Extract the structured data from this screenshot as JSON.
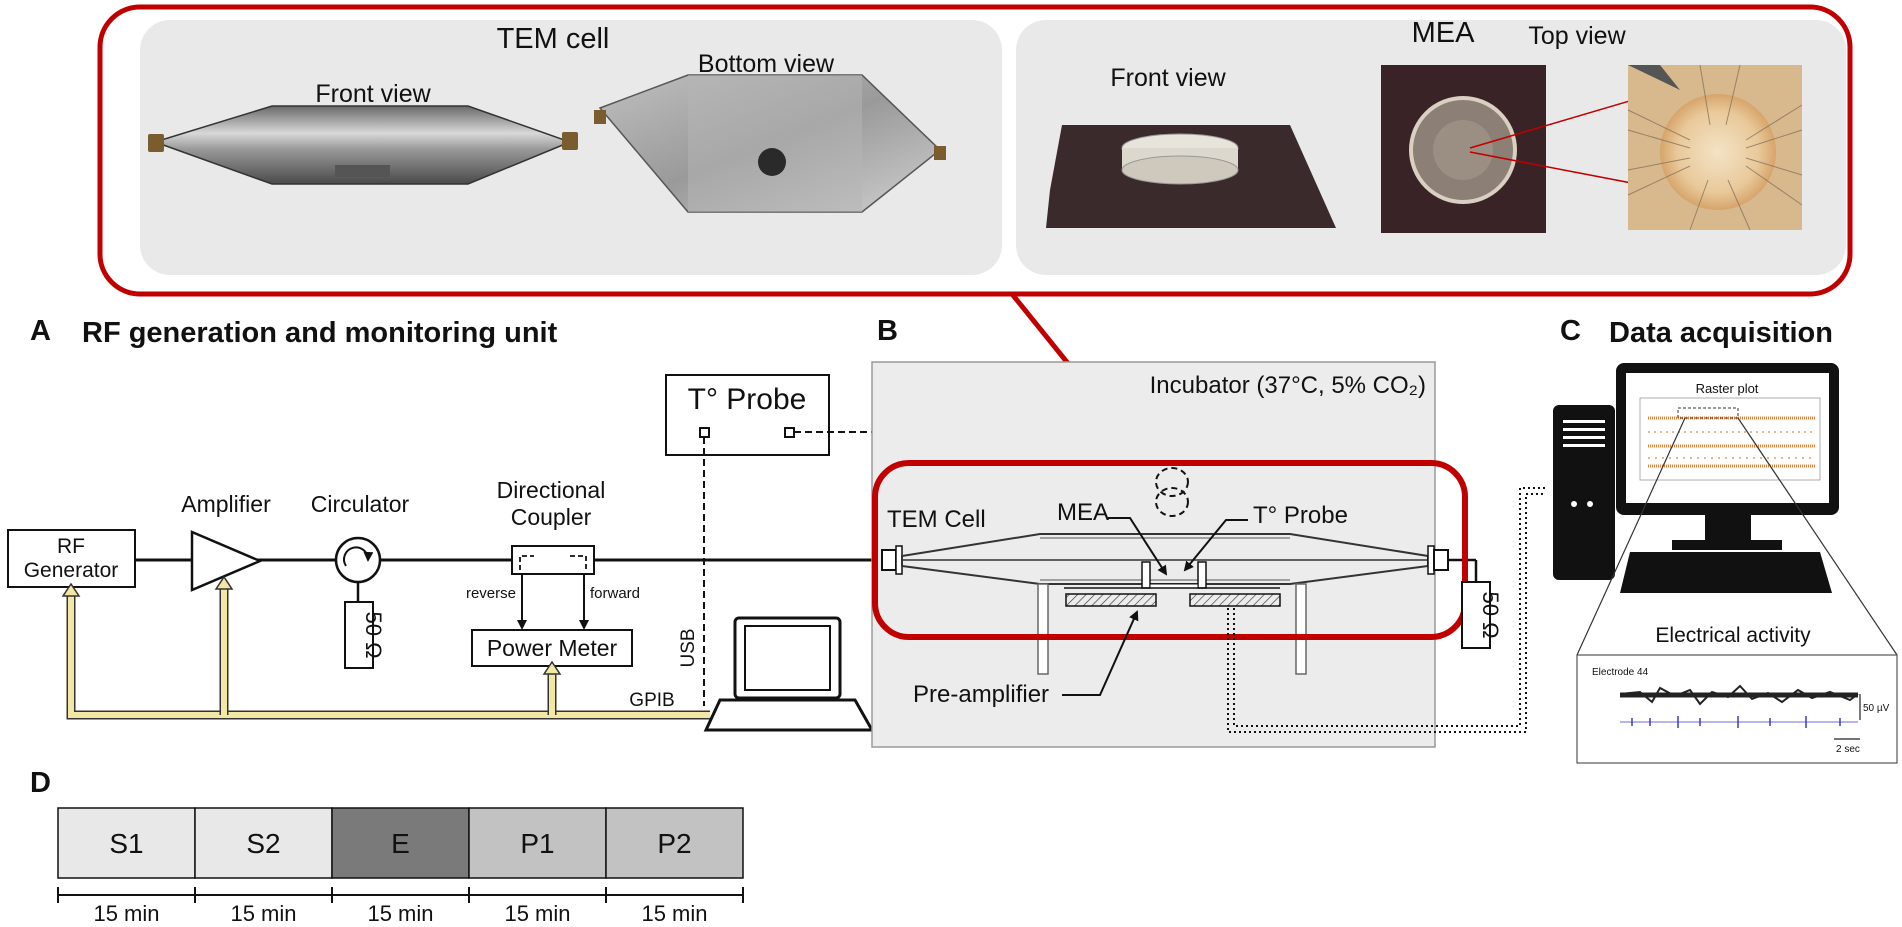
{
  "photo_panel": {
    "tem_cell_title": "TEM cell",
    "tem_front_view": "Front view",
    "tem_bottom_view": "Bottom  view",
    "mea_front_view": "Front view",
    "mea_title": "MEA",
    "mea_top_view": "Top  view"
  },
  "panel_a": {
    "letter": "A",
    "title": "RF generation and monitoring unit",
    "rf_generator_line1": "RF",
    "rf_generator_line2": "Generator",
    "amplifier": "Amplifier",
    "circulator": "Circulator",
    "circulator_load": "50 Ω",
    "coupler_line1": "Directional",
    "coupler_line2": "Coupler",
    "reverse": "reverse",
    "forward": "forward",
    "power_meter": "Power Meter",
    "t_probe": "T° Probe",
    "usb": "USB",
    "gpib": "GPIB"
  },
  "panel_b": {
    "letter": "B",
    "incubator": "Incubator (37°C, 5% CO₂)",
    "tem_cell": "TEM Cell",
    "mea": "MEA",
    "t_probe": "T° Probe",
    "pre_amplifier": "Pre-amplifier",
    "load": "50 Ω"
  },
  "panel_c": {
    "letter": "C",
    "title": "Data acquisition",
    "raster_plot": "Raster plot",
    "electrical_activity": "Electrical activity",
    "electrode": "Electrode 44",
    "scale_v": "50 µV",
    "scale_t": "2 sec"
  },
  "panel_d": {
    "letter": "D",
    "phases": [
      {
        "label": "S1",
        "duration": "15 min",
        "color": "#e8e8e8"
      },
      {
        "label": "S2",
        "duration": "15 min",
        "color": "#e8e8e8"
      },
      {
        "label": "E",
        "duration": "15 min",
        "color": "#7a7a7a"
      },
      {
        "label": "P1",
        "duration": "15 min",
        "color": "#c2c2c2"
      },
      {
        "label": "P2",
        "duration": "15 min",
        "color": "#c2c2c2"
      }
    ]
  },
  "colors": {
    "highlight_red": "#c00000",
    "gpib_yellow": "#f3e7a6",
    "panel_gray": "#e9e9e9",
    "incubator_gray": "#ececec"
  }
}
